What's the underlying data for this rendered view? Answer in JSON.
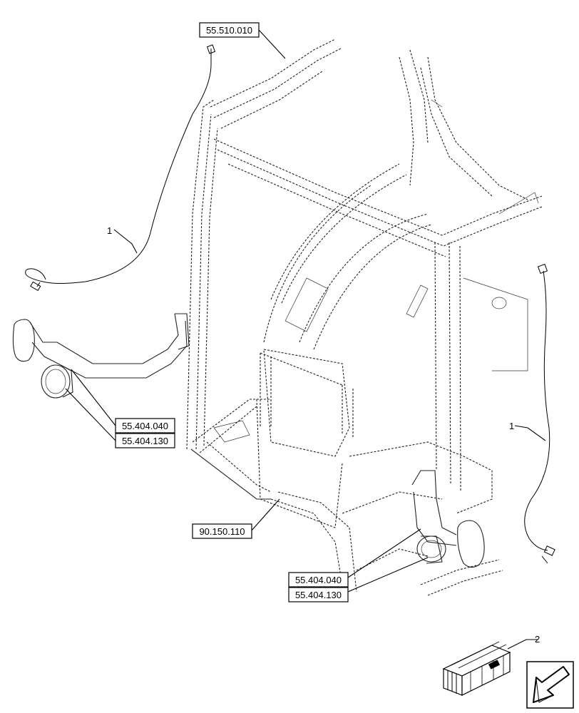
{
  "references": {
    "harness_cab_top": "55.510.010",
    "left_lamp_a": "55.404.040",
    "left_lamp_b": "55.404.130",
    "cab_frame": "90.150.110",
    "right_lamp_a": "55.404.040",
    "right_lamp_b": "55.404.130"
  },
  "items": {
    "cable_left": "1",
    "cable_right": "1",
    "kit_box": "2"
  },
  "icons": {
    "navigation": "arrow-back-icon",
    "kit": "kit-box-icon"
  }
}
